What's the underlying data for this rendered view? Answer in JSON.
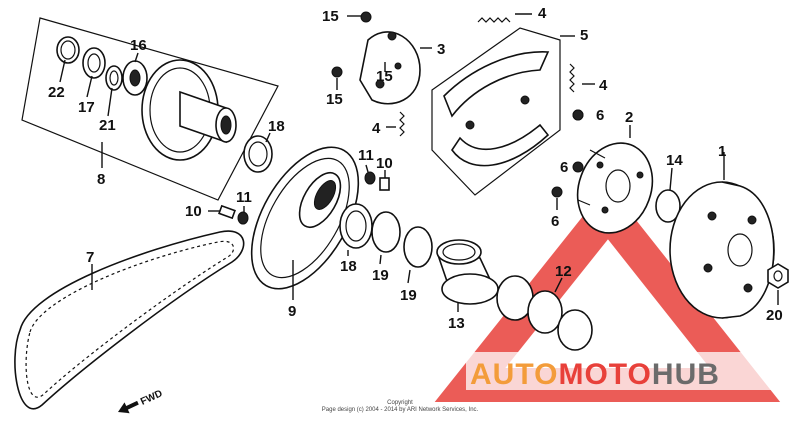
{
  "diagram": {
    "labels": {
      "l1": "1",
      "l2": "2",
      "l3": "3",
      "l4a": "4",
      "l4b": "4",
      "l4c": "4",
      "l5": "5",
      "l6a": "6",
      "l6b": "6",
      "l6c": "6",
      "l7": "7",
      "l8": "8",
      "l9": "9",
      "l10a": "10",
      "l10b": "10",
      "l11a": "11",
      "l11b": "11",
      "l12": "12",
      "l13": "13",
      "l14": "14",
      "l15a": "15",
      "l15b": "15",
      "l15c": "15",
      "l16": "16",
      "l17": "17",
      "l18a": "18",
      "l18b": "18",
      "l19a": "19",
      "l19b": "19",
      "l20": "20",
      "l21": "21",
      "l22": "22"
    },
    "fwd_label": "FWD"
  },
  "copyright": {
    "line1": "Copyright",
    "line2": "Page design (c) 2004 - 2014 by ARI Network Services, Inc."
  },
  "watermark": {
    "part1": "AUTO",
    "part2": "MOTO",
    "part3": "HUB",
    "color_red": "#e8403a",
    "color_orange": "#f39c3a",
    "color_gray": "#6b6b6b"
  }
}
